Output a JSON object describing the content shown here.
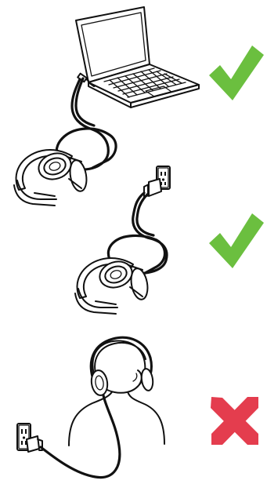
{
  "illustration": {
    "rows": [
      {
        "id": "laptop",
        "subject": "laptop-usb-charging",
        "status": "allowed",
        "mark": "check"
      },
      {
        "id": "wall",
        "subject": "wall-outlet-charging",
        "status": "allowed",
        "mark": "check"
      },
      {
        "id": "wearing",
        "subject": "charging-while-wearing",
        "status": "not-allowed",
        "mark": "cross"
      }
    ]
  },
  "colors": {
    "check": "#6bbf3f",
    "cross": "#e43d4e",
    "line": "#111111",
    "background": "#ffffff"
  },
  "icons": {
    "allowed": "checkmark-icon",
    "not_allowed": "cross-icon"
  }
}
